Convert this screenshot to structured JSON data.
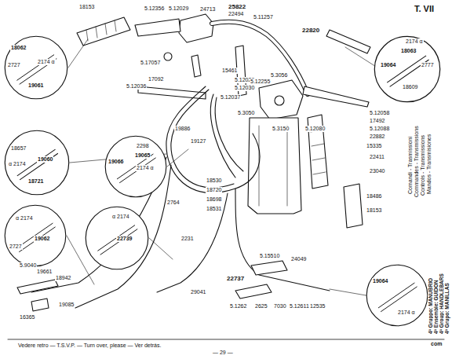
{
  "diagram": {
    "nodes": [
      {
        "text": [
          "18062",
          "2727",
          "2174 α",
          "19061"
        ]
      },
      {
        "text": [
          "2174 α",
          "18063",
          "19064",
          "2777",
          "18609"
        ]
      },
      {
        "text": [
          "18657",
          "α 2174",
          "19060",
          "18721"
        ]
      },
      {
        "text": [
          "2298",
          "19065",
          "2174 α",
          "19066"
        ]
      },
      {
        "text": [
          "α 2174",
          "2727",
          "19062"
        ]
      },
      {
        "text": [
          "α 2174",
          "22739"
        ]
      },
      {
        "text": [
          "19064",
          "2174 α"
        ]
      }
    ],
    "edges": [],
    "labels": [
      "T. VII",
      "18153",
      "5.12356",
      "5.12029",
      "24713",
      "25822",
      "22494",
      "5.11257",
      "22820",
      "17092",
      "5.12036",
      "5.17057",
      "15461",
      "5.12029",
      "5.12030",
      "5.12037",
      "5.3056",
      "5.12255",
      "5.3050",
      "5.3150",
      "5.12080",
      "5.12058",
      "17492",
      "5.12088",
      "22882",
      "15335",
      "22411",
      "23040",
      "18486",
      "18153",
      "19886",
      "19127",
      "18530",
      "18720",
      "18698",
      "18531",
      "2764",
      "2231",
      "22737",
      "5.15510",
      "24049",
      "29041",
      "5.1262",
      "2625",
      "7030",
      "5.12611",
      "12535",
      "5.9040",
      "19661",
      "18942",
      "16365",
      "19085",
      "Comandi - Trasmissioni",
      "Commandes - Transmissions",
      "Controls - Transmissions",
      "Mandos - Transmisiones",
      "4ª Gruppo: MANUBRIO",
      "4ª Ensemble: GUIDON",
      "4ª Group: HANDLEBARS",
      "4ª Grupo: MANILLAS",
      "com",
      "Vedere retro — T.S.V.P. — Turn over, please — Ver detrás.",
      "— 29 —"
    ]
  }
}
